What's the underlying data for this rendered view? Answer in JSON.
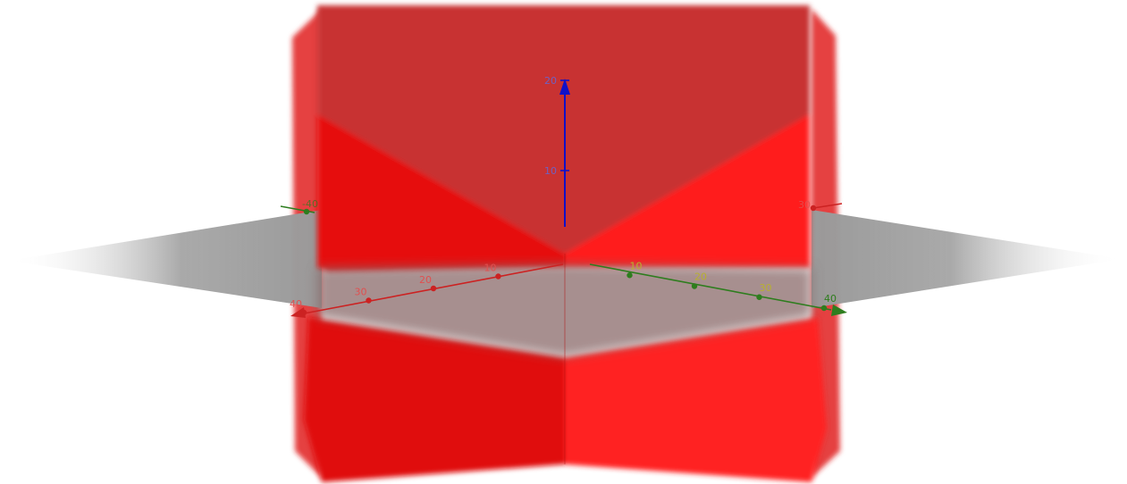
{
  "scene": {
    "type": "3d-graphing-view",
    "colors": {
      "background": "#ffffff",
      "surface": "#ff1a1a",
      "surface_back": "#c83232",
      "ground_plane": "#9a9a9a",
      "x_axis": "#cc2222",
      "y_axis": "#2e7d1e",
      "z_axis": "#1010c8",
      "x_tick_label": "#e05050",
      "y_tick_label": "#b8b030",
      "z_tick_label": "#7060c0"
    }
  },
  "axes": {
    "x": {
      "label_color": "x_tick_label",
      "ticks": [
        {
          "value": 10,
          "label": "10"
        },
        {
          "value": 20,
          "label": "20"
        },
        {
          "value": 30,
          "label": "30"
        },
        {
          "value": 40,
          "label": "40"
        }
      ],
      "far_label": "30"
    },
    "y": {
      "ticks": [
        {
          "value": 10,
          "label": "10"
        },
        {
          "value": 20,
          "label": "20"
        },
        {
          "value": 30,
          "label": "30"
        },
        {
          "value": 40,
          "label": "40"
        }
      ],
      "far_label": "-40"
    },
    "z": {
      "ticks": [
        {
          "value": 10,
          "label": "10"
        },
        {
          "value": 20,
          "label": "20"
        }
      ]
    }
  }
}
